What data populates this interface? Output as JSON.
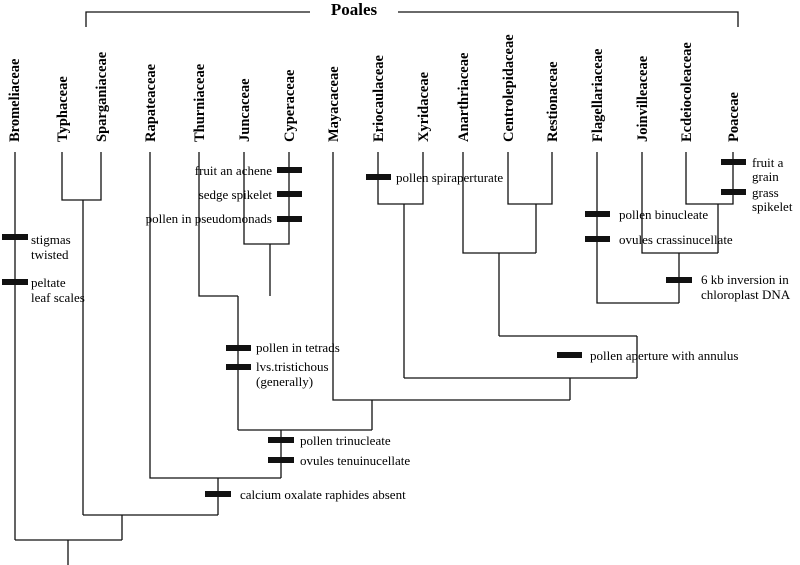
{
  "clade_label": "Poales",
  "taxa": [
    "Bromeliaceae",
    "Typhaceae",
    "Sparganiaceae",
    "Rapateaceae",
    "Thurniaceae",
    "Juncaceae",
    "Cyperaceae",
    "Mayacaceae",
    "Eriocaulaceae",
    "Xyridaceae",
    "Anarthriaceae",
    "Centrolepidaceae",
    "Restionaceae",
    "Flagellariaceae",
    "Joinvilleaceae",
    "Ecdeiocoleaceae",
    "Poaceae"
  ],
  "characters": {
    "stigmas_twisted": [
      "stigmas",
      "twisted"
    ],
    "peltate_leaf_scales": [
      "peltate",
      "leaf scales"
    ],
    "fruit_achene": "fruit an achene",
    "sedge_spikelet": "sedge spikelet",
    "pollen_pseudomonads": "pollen in pseudomonads",
    "pollen_tetrads": "pollen in tetrads",
    "lvs_tristichous": [
      "lvs.tristichous",
      "(generally)"
    ],
    "pollen_trinucleate": "pollen trinucleate",
    "ovules_tenuinucellate": "ovules tenuinucellate",
    "calcium_oxalate": "calcium oxalate raphides absent",
    "pollen_spiraperturate": "pollen spiraperturate",
    "pollen_annulus": "pollen aperture with annulus",
    "pollen_binucleate": "pollen binucleate",
    "ovules_crassinucellate": "ovules crassinucellate",
    "inversion": [
      "6 kb inversion in",
      "chloroplast DNA"
    ],
    "fruit_grain": [
      "fruit a",
      "grain"
    ],
    "grass_spikelet": [
      "grass",
      "spikelet"
    ]
  }
}
